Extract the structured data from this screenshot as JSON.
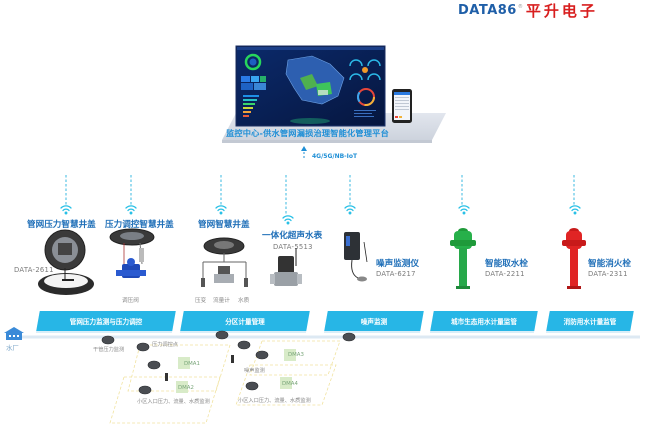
{
  "brand": {
    "name_en": "DATA86",
    "registered_mark": "®",
    "name_cn": "平升电子"
  },
  "platform": {
    "title": "监控中心-供水管网漏损治理智能化管理平台",
    "comm_protocols": "4G/5G/NB-IoT"
  },
  "devices": [
    {
      "title": "管网压力智慧井盖",
      "model": "DATA-2611",
      "icon": "manhole-cover-open-icon"
    },
    {
      "title": "压力调控智慧井盖",
      "model": "",
      "icon": "manhole-cover-valve-icon",
      "parts": [
        "调压阀"
      ]
    },
    {
      "title": "管网智慧井盖",
      "model": "",
      "icon": "manhole-cover-sensors-icon",
      "parts": [
        "压变",
        "流量计",
        "水质"
      ]
    },
    {
      "title": "一体化超声水表",
      "model": "DATA-5513",
      "icon": "ultrasonic-water-meter-icon"
    },
    {
      "title": "噪声监测仪",
      "model": "DATA-6217",
      "icon": "noise-monitor-icon"
    },
    {
      "title": "智能取水栓",
      "model": "DATA-2211",
      "icon": "green-hydrant-icon"
    },
    {
      "title": "智能消火栓",
      "model": "DATA-2311",
      "icon": "red-fire-hydrant-icon"
    }
  ],
  "categories": [
    {
      "label": "管网压力监测与压力调控"
    },
    {
      "label": "分区计量管理"
    },
    {
      "label": "噪声监测"
    },
    {
      "label": "城市生态用水计量监管"
    },
    {
      "label": "消防用水计量监管"
    }
  ],
  "network": {
    "waterworks": "水厂",
    "trunk_pressure": "干管压力监测",
    "pressure_control_point": "压力调控点",
    "noise_monitoring": "噪声监测",
    "dma_labels": [
      "DMA1",
      "DMA2",
      "DMA3",
      "DMA4"
    ],
    "district_entry_monitoring": "小区入口压力、流量、水质监测"
  },
  "colors": {
    "accent_blue": "#27b6e6",
    "title_blue": "#1f6fb8",
    "brand_red": "#d81e1e",
    "brand_blue": "#1f5fa8"
  }
}
